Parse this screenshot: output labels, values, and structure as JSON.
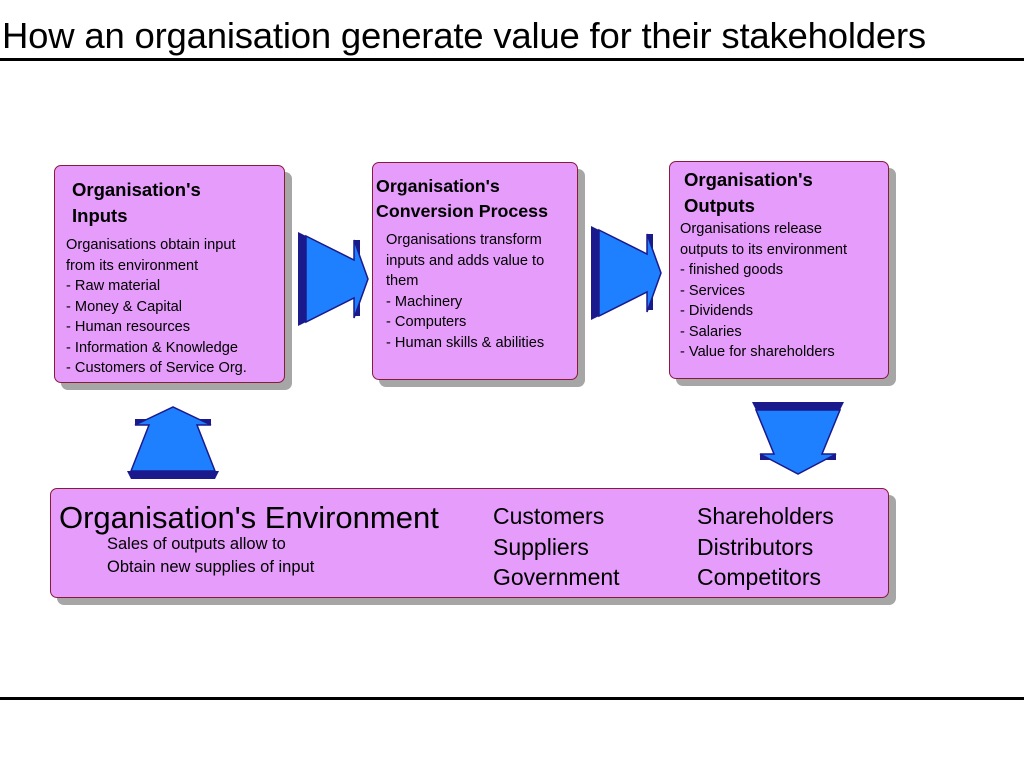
{
  "title": "How an organisation generate value for their stakeholders",
  "inputs": {
    "title": "Organisation's\nInputs",
    "text": "Organisations obtain input\nfrom its environment\n- Raw  material\n- Money & Capital\n- Human resources\n- Information & Knowledge\n- Customers of Service Org."
  },
  "conversion": {
    "title": "Organisation's\nConversion Process",
    "text": "Organisations transform\ninputs and adds value to\nthem\n- Machinery\n- Computers\n- Human skills & abilities"
  },
  "outputs": {
    "title": "Organisation's\nOutputs",
    "text": "Organisations release\noutputs to its environment\n- finished goods\n- Services\n- Dividends\n- Salaries\n- Value for shareholders"
  },
  "environment": {
    "title": "Organisation's Environment",
    "text": "Sales of outputs allow to\nObtain new supplies of input",
    "column1": "Customers\nSuppliers\nGovernment",
    "column2": "Shareholders\nDistributors\nCompetitors"
  },
  "colors": {
    "box_fill": "#e59cfa",
    "box_border": "#8a1a3a",
    "arrow_fill": "#1e7fff",
    "arrow_edge": "#1a1a8c",
    "shadow": "#a6a6a6"
  }
}
